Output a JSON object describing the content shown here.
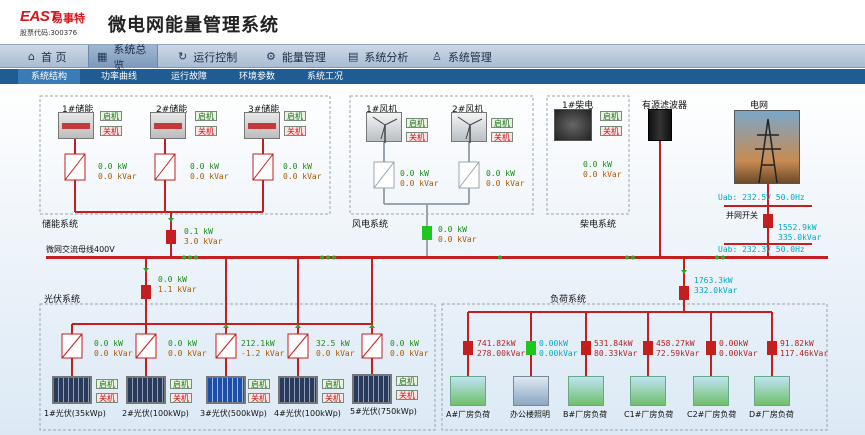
{
  "header": {
    "logo_east": "EAST",
    "logo_cn": "易事特",
    "stock_code": "股票代码:300376",
    "title": "微电网能量管理系统"
  },
  "nav": [
    {
      "label": "首 页",
      "icon": "home-icon",
      "active": false
    },
    {
      "label": "系统总览",
      "icon": "grid-icon",
      "active": true
    },
    {
      "label": "运行控制",
      "icon": "refresh-icon",
      "active": false
    },
    {
      "label": "能量管理",
      "icon": "gears-icon",
      "active": false
    },
    {
      "label": "系统分析",
      "icon": "bar-chart-icon",
      "active": false
    },
    {
      "label": "系统管理",
      "icon": "user-icon",
      "active": false
    }
  ],
  "subnav": [
    {
      "label": "系统结构",
      "active": true
    },
    {
      "label": "功率曲线",
      "active": false
    },
    {
      "label": "运行故障",
      "active": false
    },
    {
      "label": "环境参数",
      "active": false
    },
    {
      "label": "系统工况",
      "active": false
    }
  ],
  "common": {
    "on": "启机",
    "off": "关机"
  },
  "storage": {
    "title": "储能系统",
    "units": [
      {
        "name": "1#储能",
        "kw": "0.0  kW",
        "kvar": "0.0  kVar"
      },
      {
        "name": "2#储能",
        "kw": "0.0  kW",
        "kvar": "0.0  kVar"
      },
      {
        "name": "3#储能",
        "kw": "0.0  kW",
        "kvar": "0.0  kVar"
      }
    ],
    "total_kw": "0.1  kW",
    "total_kvar": "3.0  kVar"
  },
  "wind": {
    "title": "风电系统",
    "units": [
      {
        "name": "1#风机",
        "kw": "0.0  kW",
        "kvar": "0.0  kVar"
      },
      {
        "name": "2#风机",
        "kw": "0.0  kW",
        "kvar": "0.0  kVar"
      }
    ],
    "total_kw": "0.0  kW",
    "total_kvar": "0.0  kVar"
  },
  "diesel": {
    "title": "柴电系统",
    "unit": {
      "name": "1#柴电",
      "kw": "0.0  kW",
      "kvar": "0.0  kVar"
    }
  },
  "filter": {
    "name": "有源滤波器"
  },
  "grid": {
    "name": "电网",
    "top_reading": "Uab:  232.5V  50.0Hz",
    "switch_label": "并网开关",
    "switch_kw": "1552.9kW",
    "switch_kvar": "335.0kVar",
    "bottom_reading": "Uab:  232.3V  50.0Hz"
  },
  "bus": {
    "label": "微网交流母线400V"
  },
  "pv": {
    "title": "光伏系统",
    "total_kw": "0.0  kW",
    "total_kvar": "1.1  kVar",
    "units": [
      {
        "name": "1#光伏(35kWp)",
        "kw": "0.0  kW",
        "kvar": "0.0  kVar"
      },
      {
        "name": "2#光伏(100kWp)",
        "kw": "0.0  kW",
        "kvar": "0.0  kVar"
      },
      {
        "name": "3#光伏(500kWp)",
        "kw": "212.1kW",
        "kvar": "-1.2  kVar"
      },
      {
        "name": "4#光伏(100kWp)",
        "kw": "32.5  kW",
        "kvar": "0.0  kVar"
      },
      {
        "name": "5#光伏(750kWp)",
        "kw": "0.0  kW",
        "kvar": "0.0  kVar"
      }
    ]
  },
  "load": {
    "title": "负荷系统",
    "total_kw": "1763.3kW",
    "total_kvar": "332.0kVar",
    "units": [
      {
        "name": "A#厂房负荷",
        "kw": "741.82kW",
        "kvar": "278.00kVar"
      },
      {
        "name": "办公楼照明",
        "kw": "0.00kW",
        "kvar": "0.00kVar"
      },
      {
        "name": "B#厂房负荷",
        "kw": "531.84kW",
        "kvar": "80.33kVar"
      },
      {
        "name": "C1#厂房负荷",
        "kw": "458.27kW",
        "kvar": "72.59kVar"
      },
      {
        "name": "C2#厂房负荷",
        "kw": "0.00kW",
        "kvar": "0.00kVar"
      },
      {
        "name": "D#厂房负荷",
        "kw": "91.82kW",
        "kvar": "117.46kVar"
      }
    ]
  }
}
